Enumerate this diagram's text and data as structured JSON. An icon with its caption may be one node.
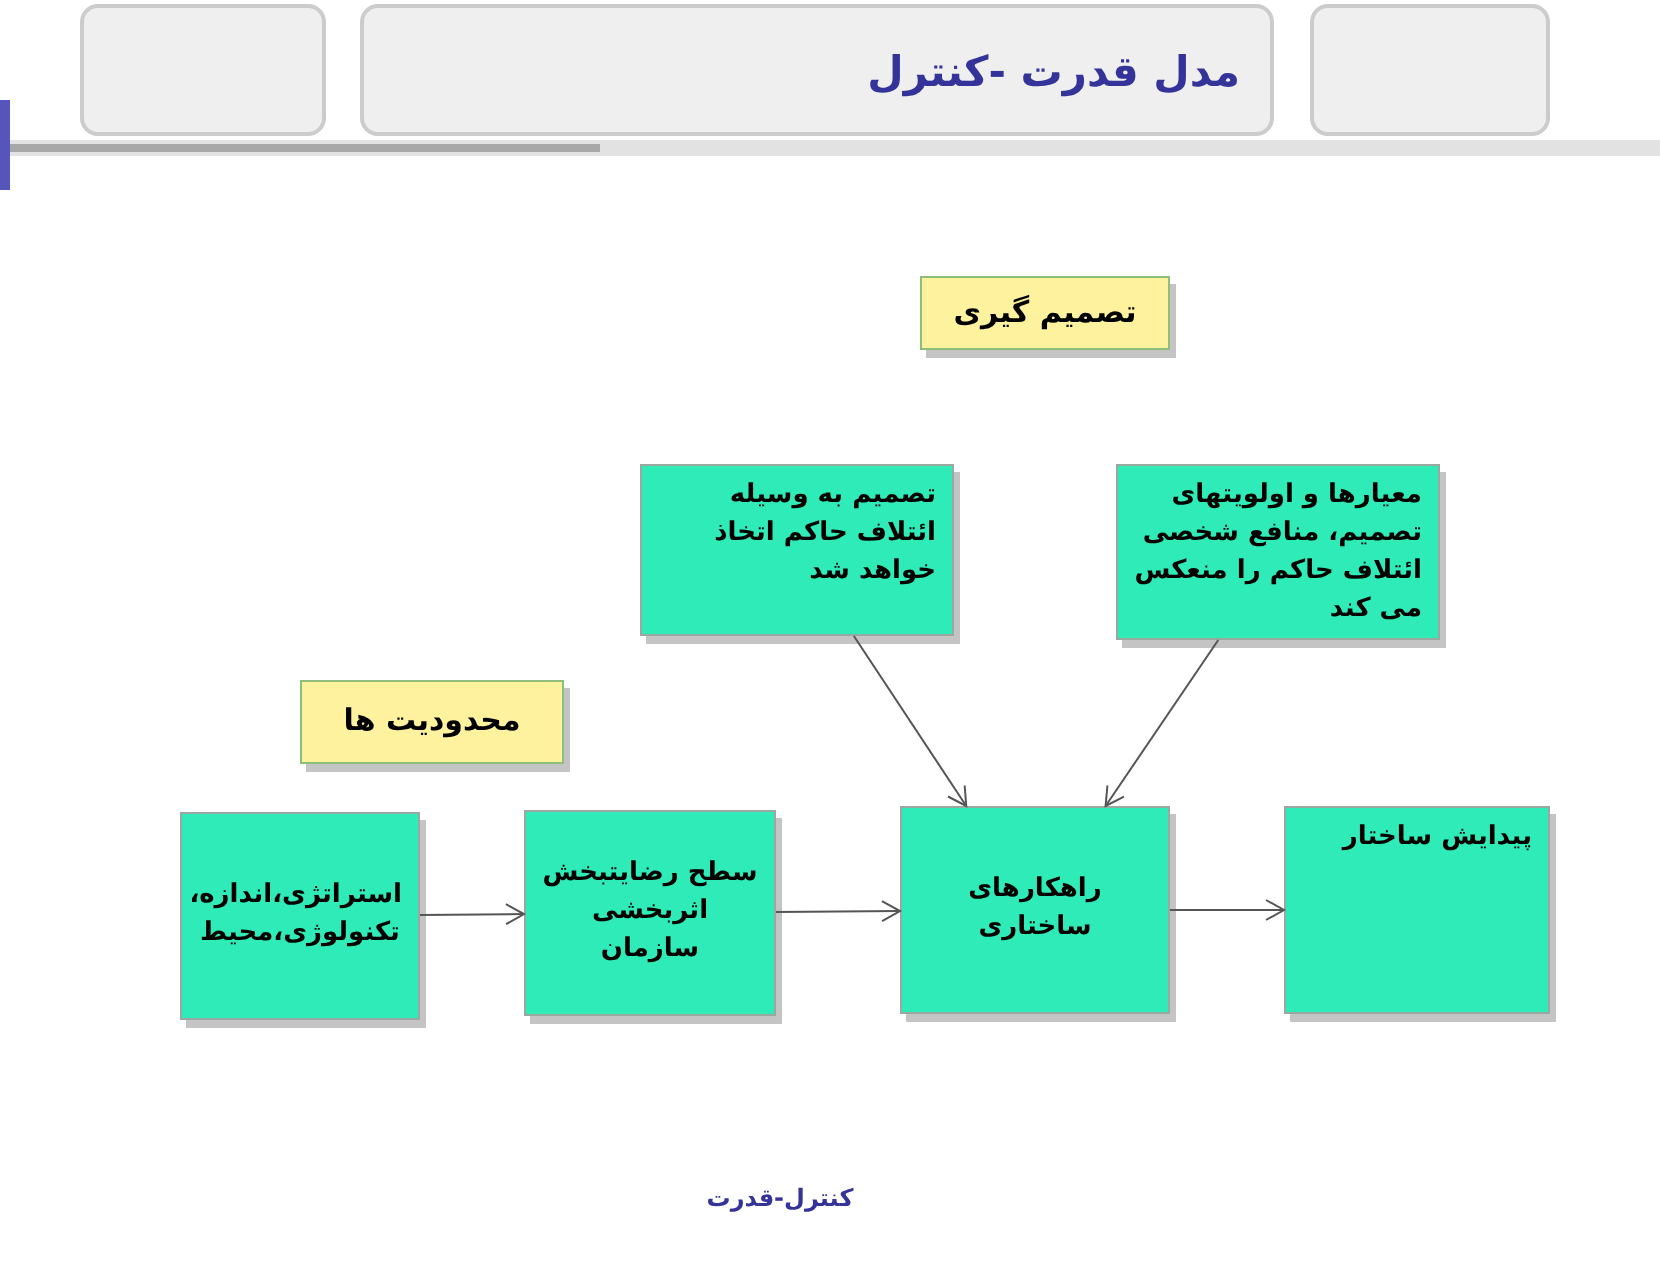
{
  "diagram": {
    "title": "مدل قدرت -کنترل",
    "nodes": [
      {
        "text": [
          "تصمیم گیری"
        ]
      },
      {
        "text": [
          "تصمیم به وسیله ائتلاف حاکم اتخاذ خواهد شد"
        ]
      },
      {
        "text": [
          "معیارها و اولویتهای تصمیم، منافع شخصی ائتلاف حاکم را منعکس می کند"
        ]
      },
      {
        "text": [
          "محدودیت ها"
        ]
      },
      {
        "text": [
          "استراتژی،اندازه، تکنولوژی،محیط"
        ]
      },
      {
        "text": [
          "سطح رضایتبخش اثربخشی سازمان"
        ]
      },
      {
        "text": [
          "راهکارهای ساختاری"
        ]
      },
      {
        "text": [
          "پیدایش ساختار"
        ]
      }
    ],
    "edges": [
      {
        "from": 4,
        "to": 5,
        "arrow": "to"
      },
      {
        "from": 5,
        "to": 6,
        "arrow": "to"
      },
      {
        "from": 6,
        "to": 7,
        "arrow": "to"
      },
      {
        "from": 1,
        "to": 6,
        "arrow": "to"
      },
      {
        "from": 2,
        "to": 6,
        "arrow": "to"
      }
    ],
    "labels": [
      "کنترل-قدرت"
    ]
  }
}
